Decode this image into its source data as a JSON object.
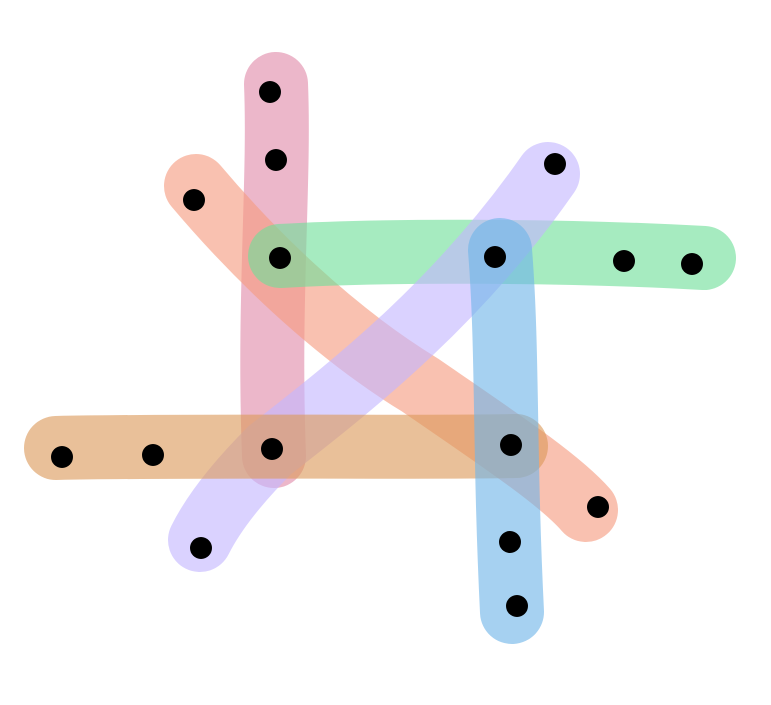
{
  "diagram": {
    "type": "hypergraph",
    "vertex_color": "#000000",
    "vertices": [
      "v1",
      "v2",
      "v3",
      "v4",
      "v5",
      "v6",
      "v7",
      "v8",
      "v9",
      "v10",
      "v11",
      "v12",
      "v13",
      "v14",
      "v15",
      "v16"
    ],
    "hyperedges": [
      {
        "id": "pink",
        "color": "#e08aaa",
        "vertices": [
          "v1",
          "v2",
          "v4",
          "v13"
        ]
      },
      {
        "id": "salmon",
        "color": "#f59b80",
        "vertices": [
          "v3",
          "v4",
          "v11",
          "v16"
        ]
      },
      {
        "id": "green",
        "color": "#6fdf9a",
        "vertices": [
          "v4",
          "v6",
          "v7",
          "v8"
        ]
      },
      {
        "id": "violet",
        "color": "#c4b6ff",
        "vertices": [
          "v5",
          "v6",
          "v13",
          "v15"
        ]
      },
      {
        "id": "orange",
        "color": "#dc9a5a",
        "vertices": [
          "v9",
          "v10",
          "v13",
          "v11"
        ]
      },
      {
        "id": "blue",
        "color": "#6fb5e8",
        "vertices": [
          "v6",
          "v11",
          "v12",
          "v14"
        ]
      }
    ]
  }
}
